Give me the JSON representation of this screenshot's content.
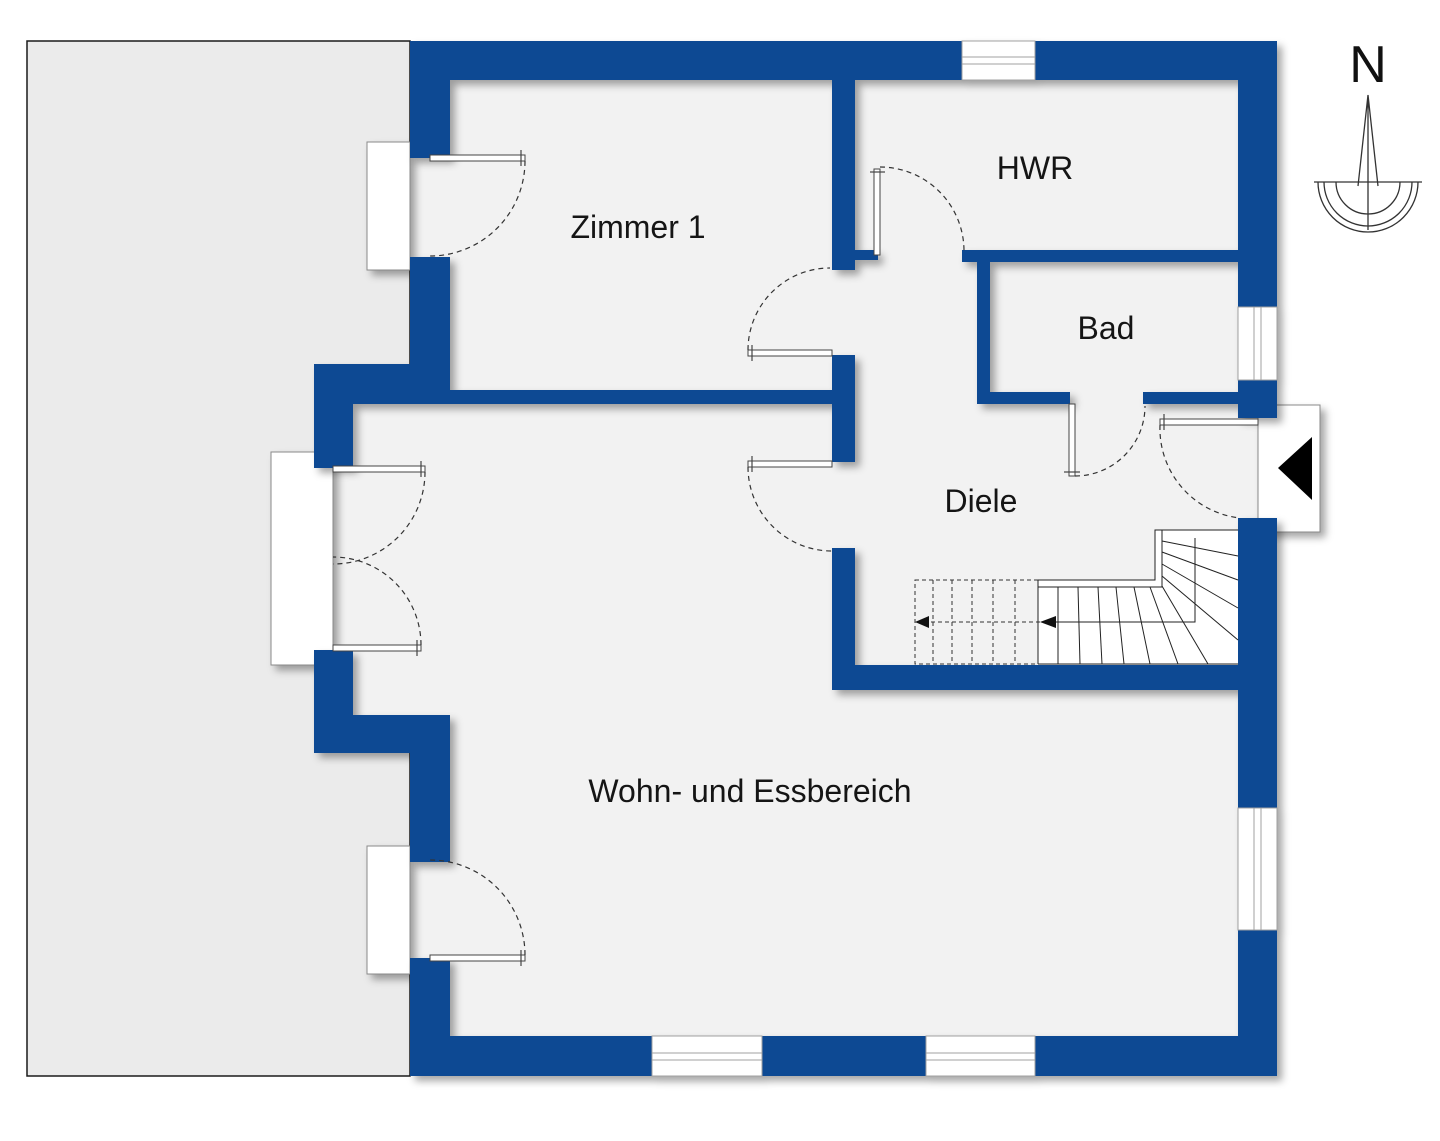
{
  "plan": {
    "rooms": {
      "zimmer_1": "Zimmer 1",
      "hwr": "HWR",
      "bad": "Bad",
      "diele": "Diele",
      "wohn_essbereich": "Wohn- und Essbereich"
    },
    "compass": {
      "north_label": "N",
      "icon": "north-arrow-icon"
    },
    "entrance": {
      "icon": "entrance-triangle-icon"
    }
  },
  "colors": {
    "wall": "#0b4a93",
    "floor": "#f2f2f2",
    "terrace": "#ebebeb",
    "window": "#ffffff"
  }
}
